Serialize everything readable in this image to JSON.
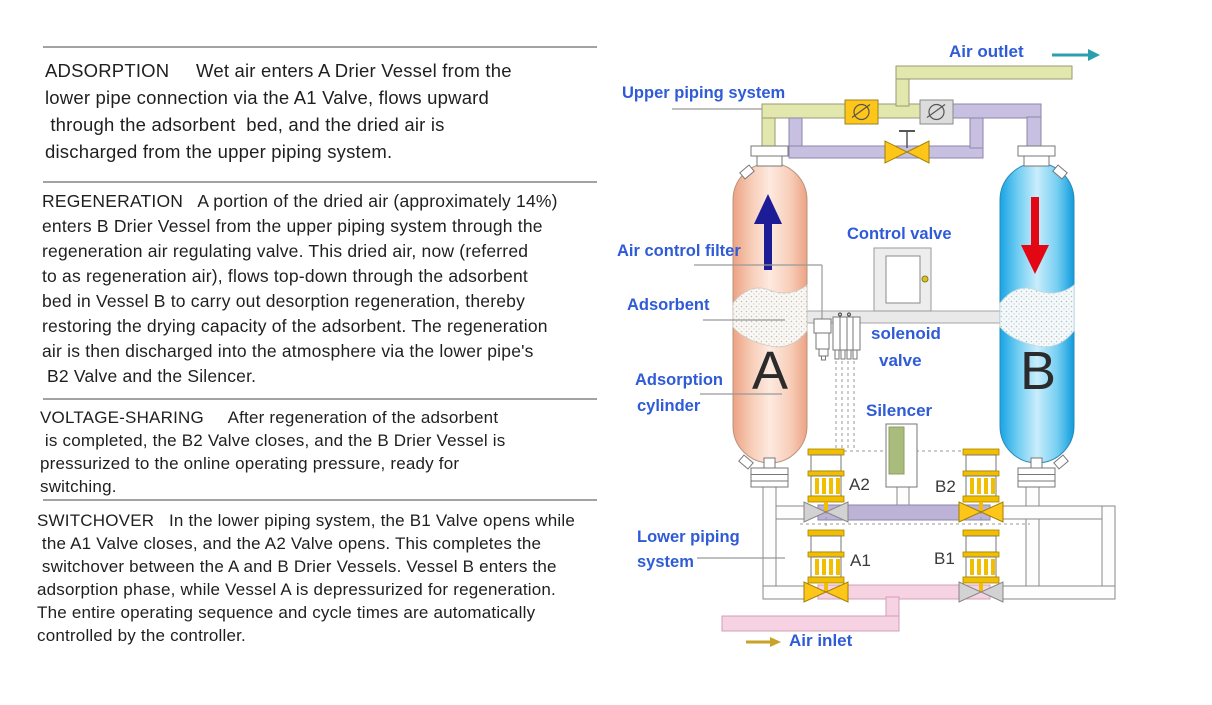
{
  "left_panel": {
    "sections": [
      {
        "name": "adsorption",
        "lines": [
          "ADSORPTION     Wet air enters A Drier Vessel from the",
          "lower pipe connection via the A1 Valve, flows upward",
          " through the adsorbent  bed, and the dried air is",
          "discharged from the upper piping system."
        ]
      },
      {
        "name": "regeneration",
        "lines": [
          "REGENERATION   A portion of the dried air (approximately 14%)",
          "enters B Drier Vessel from the upper piping system through the",
          "regeneration air regulating valve. This dried air, now (referred",
          "to as regeneration air), flows top-down through the adsorbent",
          "bed in Vessel B to carry out desorption regeneration, thereby",
          "restoring the drying capacity of the adsorbent. The regeneration",
          "air is then discharged into the atmosphere via the lower pipe's",
          " B2 Valve and the Silencer."
        ]
      },
      {
        "name": "voltage_sharing",
        "lines": [
          "VOLTAGE-SHARING     After regeneration of the adsorbent",
          " is completed, the B2 Valve closes, and the B Drier Vessel is",
          "pressurized to the online operating pressure, ready for",
          "switching."
        ]
      },
      {
        "name": "switchover",
        "lines": [
          "SWITCHOVER   In the lower piping system, the B1 Valve opens while",
          " the A1 Valve closes, and the A2 Valve opens. This completes the",
          " switchover between the A and B Drier Vessels. Vessel B enters the",
          "adsorption phase, while Vessel A is depressurized for regeneration.",
          "The entire operating sequence and cycle times are automatically",
          "controlled by the controller."
        ]
      }
    ]
  },
  "diagram": {
    "labels": {
      "upper_piping_system": "Upper piping system",
      "air_outlet": "Air outlet",
      "air_control_filter": "Air control filter",
      "control_valve": "Control valve",
      "adsorbent": "Adsorbent",
      "solenoid_valve_line1": "solenoid",
      "solenoid_valve_line2": "valve",
      "adsorption_cylinder_line1": "Adsorption",
      "adsorption_cylinder_line2": "cylinder",
      "silencer": "Silencer",
      "lower_piping_line1": "Lower piping",
      "lower_piping_line2": "system",
      "air_inlet": "Air inlet"
    },
    "valve_labels": {
      "a2": "A2",
      "b2": "B2",
      "a1": "A1",
      "b1": "B1"
    },
    "vessel_letters": {
      "a": "A",
      "b": "B"
    }
  },
  "colors": {
    "label_blue": "#2f5bd7",
    "pipe_green": "#e2e7ae",
    "pipe_purple": "#c7c0e0",
    "pipe_pink": "#f7d2e3",
    "valve_open_yellow": "#ffc61a",
    "valve_closed_gray": "#d2d2d2",
    "vessel_a_salmon": "#f2b296",
    "vessel_b_blue": "#29b1e8",
    "arrow_up_navy": "#1c1c96",
    "arrow_down_red": "#e30613",
    "silencer_green": "#a9bc7e",
    "outlet_arrow_teal": "#2a9fae",
    "inlet_arrow_gold": "#c9a227"
  }
}
